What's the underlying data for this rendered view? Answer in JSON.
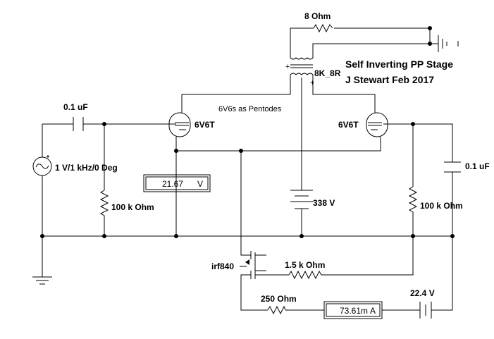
{
  "title": {
    "line1": "Self Inverting PP Stage",
    "line2": "J Stewart Feb 2017"
  },
  "note": "6V6s as Pentodes",
  "components": {
    "r_load": "8  Ohm",
    "transformer": "8K_8R",
    "c_in": "0.1 uF",
    "c_right": "0.1 uF",
    "source": "1 V/1 kHz/0 Deg",
    "r_grid_left": "100 k Ohm",
    "r_grid_right": "100 k Ohm",
    "tube_left": "6V6T",
    "tube_right": "6V6T",
    "supply": "338 V",
    "mosfet": "irf840",
    "r_source": "1.5 k Ohm",
    "r_bias": "250  Ohm",
    "bias_supply": "22.4 V"
  },
  "meters": {
    "voltmeter": {
      "value": "21.67",
      "unit": "V"
    },
    "ammeter": {
      "value": "73.61m",
      "unit": "A"
    }
  },
  "transformer_marks": {
    "plus_primary": "+",
    "plus_secondary": "+"
  }
}
